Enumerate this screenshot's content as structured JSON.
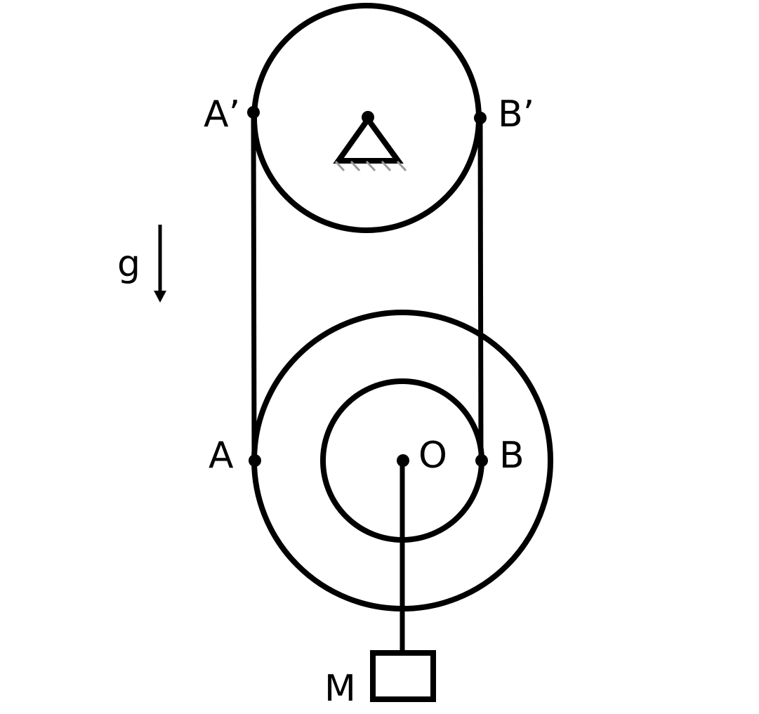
{
  "labels": {
    "a_prime": "A’",
    "b_prime": "B’",
    "gravity": "g",
    "a": "A",
    "b": "B",
    "center": "O",
    "mass": "M"
  },
  "colors": {
    "stroke": "#000000",
    "hatch": "#999999",
    "background": "#ffffff"
  }
}
